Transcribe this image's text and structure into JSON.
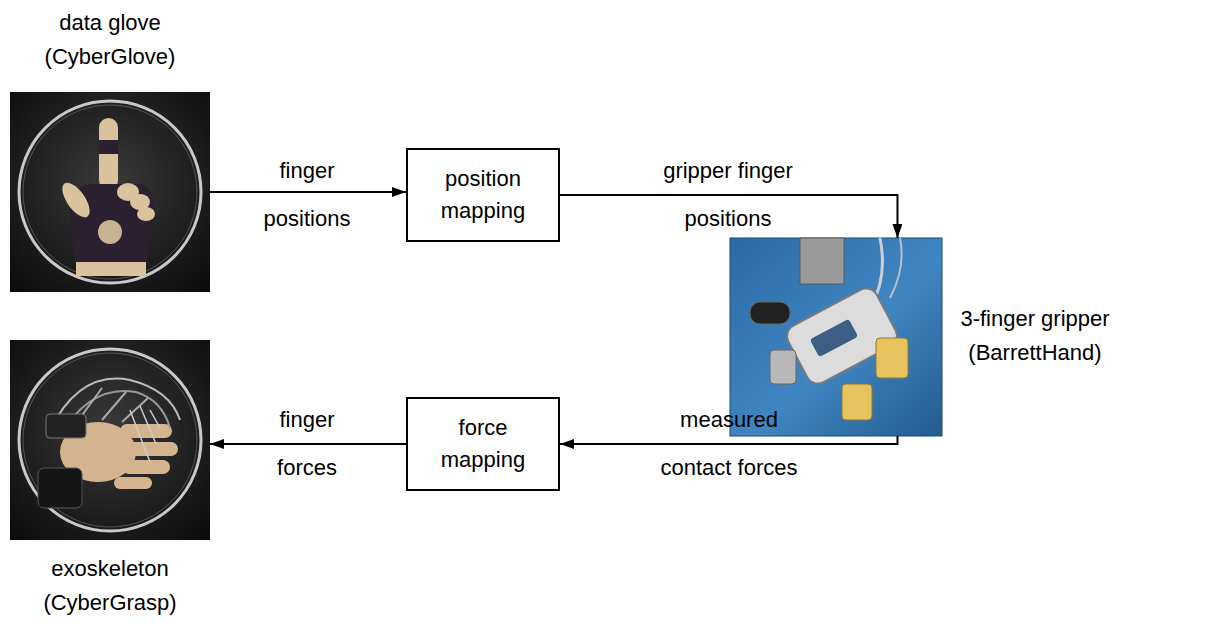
{
  "diagram": {
    "nodes": [
      {
        "text": [
          "data glove (CyberGlove)"
        ]
      },
      {
        "text": [
          "position mapping"
        ]
      },
      {
        "text": [
          "3-finger gripper (BarrettHand)"
        ]
      },
      {
        "text": [
          "force mapping"
        ]
      },
      {
        "text": [
          "exoskeleton (CyberGrasp)"
        ]
      }
    ],
    "edges": [
      {
        "from": 0,
        "to": 1,
        "label": "finger positions",
        "arrow": "to"
      },
      {
        "from": 1,
        "to": 2,
        "label": "gripper finger positions",
        "arrow": "to"
      },
      {
        "from": 2,
        "to": 3,
        "label": "measured contact forces",
        "arrow": "to"
      },
      {
        "from": 3,
        "to": 4,
        "label": "finger forces",
        "arrow": "to"
      }
    ]
  }
}
